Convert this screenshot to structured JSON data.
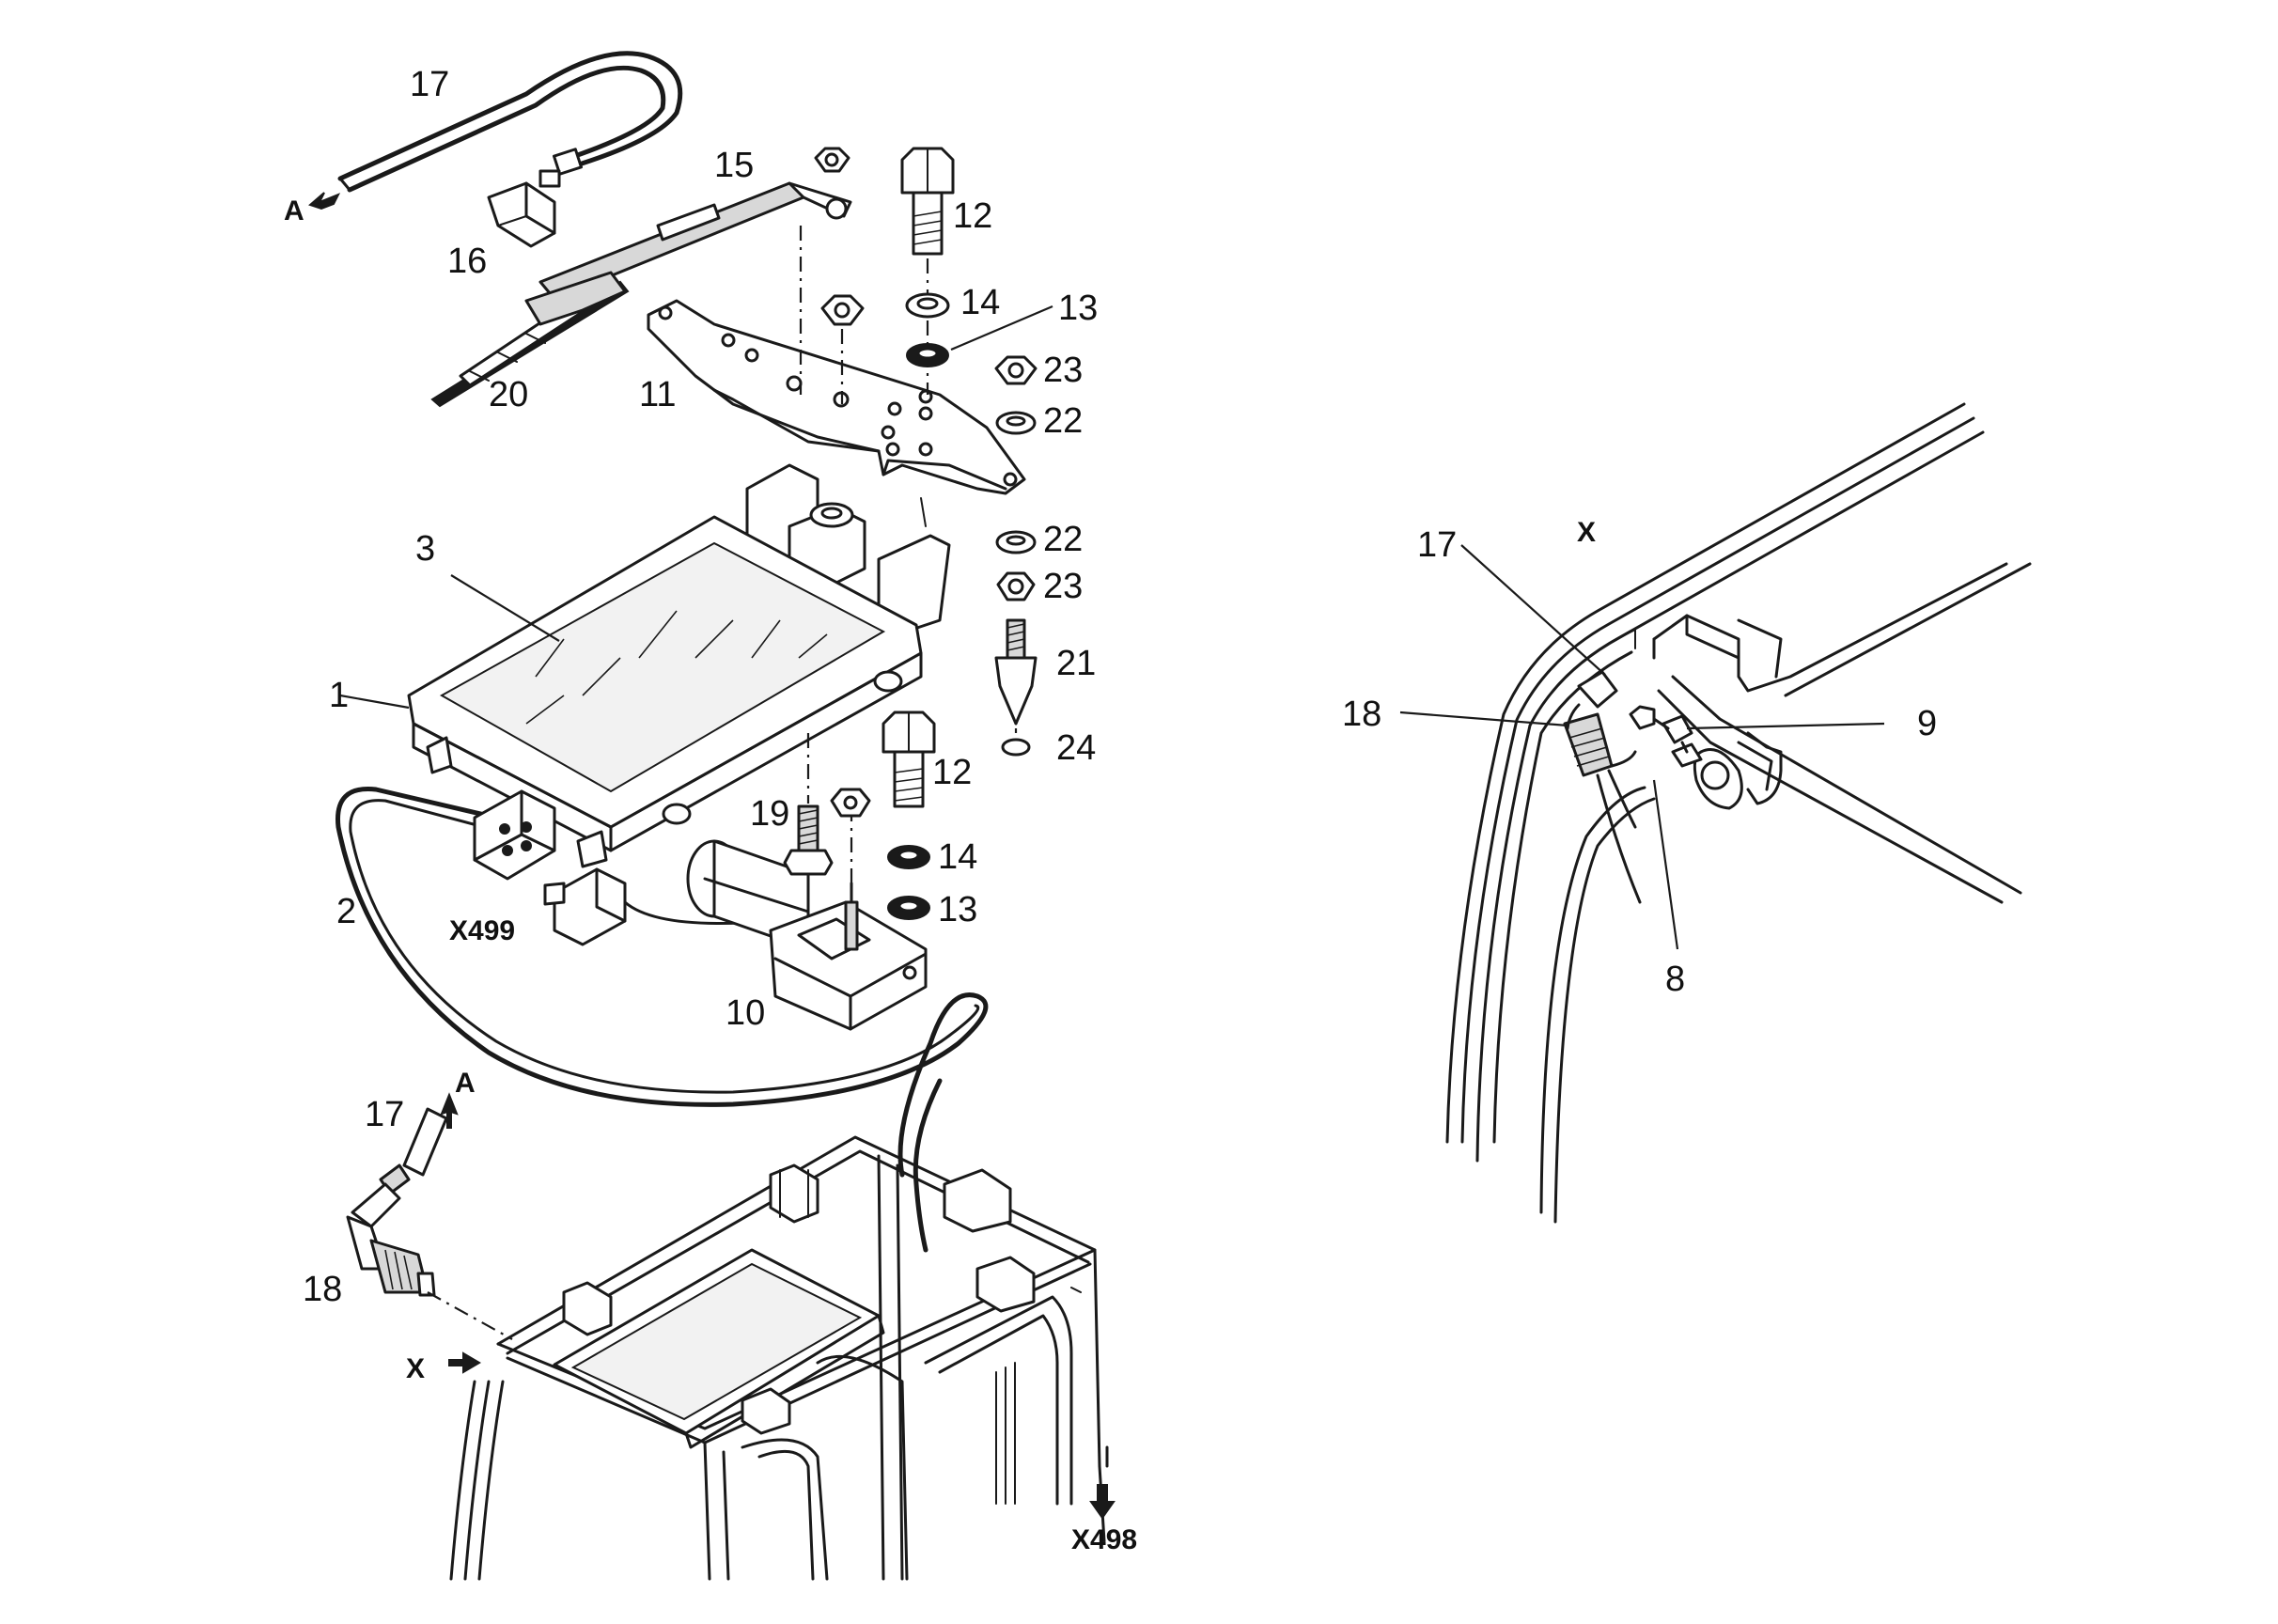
{
  "labels": {
    "p17_top": "17",
    "a_top": "A",
    "p16": "16",
    "p15": "15",
    "p20": "20",
    "p12_top": "12",
    "p14_top": "14",
    "p13_top": "13",
    "p11": "11",
    "p23_top": "23",
    "p22_top": "22",
    "p22_mid": "22",
    "p23_mid": "23",
    "p21": "21",
    "p24": "24",
    "p3": "3",
    "p1": "1",
    "p2": "2",
    "x499": "X499",
    "p19": "19",
    "p12_bot": "12",
    "p14_bot": "14",
    "p13_bot": "13",
    "p10": "10",
    "p17_bot": "17",
    "a_bot": "A",
    "p18_bot": "18",
    "x_arrow": "X",
    "x498": "X498",
    "detail_x": "X",
    "d17": "17",
    "d18": "18",
    "d9": "9",
    "d8": "8"
  },
  "icons": [
    "arrow-icon",
    "nut-icon",
    "bolt-icon",
    "washer-icon",
    "connector-icon",
    "motor-icon",
    "wiper-blade-icon",
    "hose-icon",
    "nozzle-icon"
  ]
}
